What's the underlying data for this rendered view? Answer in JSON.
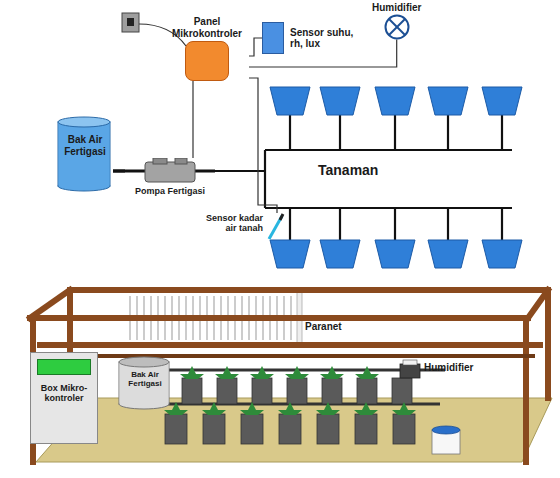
{
  "diagram": {
    "nodes": [
      {
        "text": [
          "Panel Mikrokontroler"
        ]
      },
      {
        "text": [
          "Sensor suhu, rh, lux"
        ]
      },
      {
        "text": [
          "Humidifier"
        ]
      },
      {
        "text": [
          "Bak Air Fertigasi"
        ]
      },
      {
        "text": [
          "Pompa Fertigasi"
        ]
      },
      {
        "text": [
          "Sensor kadar air tanah"
        ]
      },
      {
        "text": [
          "Box Mikro- kontroler"
        ]
      },
      {
        "text": [
          "Bak Air Fertigasi"
        ]
      }
    ],
    "edges": [
      {
        "from": 0,
        "to": 1,
        "arrow": "none"
      },
      {
        "from": 0,
        "to": 2,
        "arrow": "none"
      },
      {
        "from": 0,
        "to": 4,
        "arrow": "none"
      },
      {
        "from": 0,
        "to": 5,
        "arrow": "none"
      },
      {
        "from": 3,
        "to": 4,
        "arrow": "none"
      }
    ],
    "labels": [
      "Tanaman",
      "Paranet",
      "Humidifier"
    ]
  }
}
